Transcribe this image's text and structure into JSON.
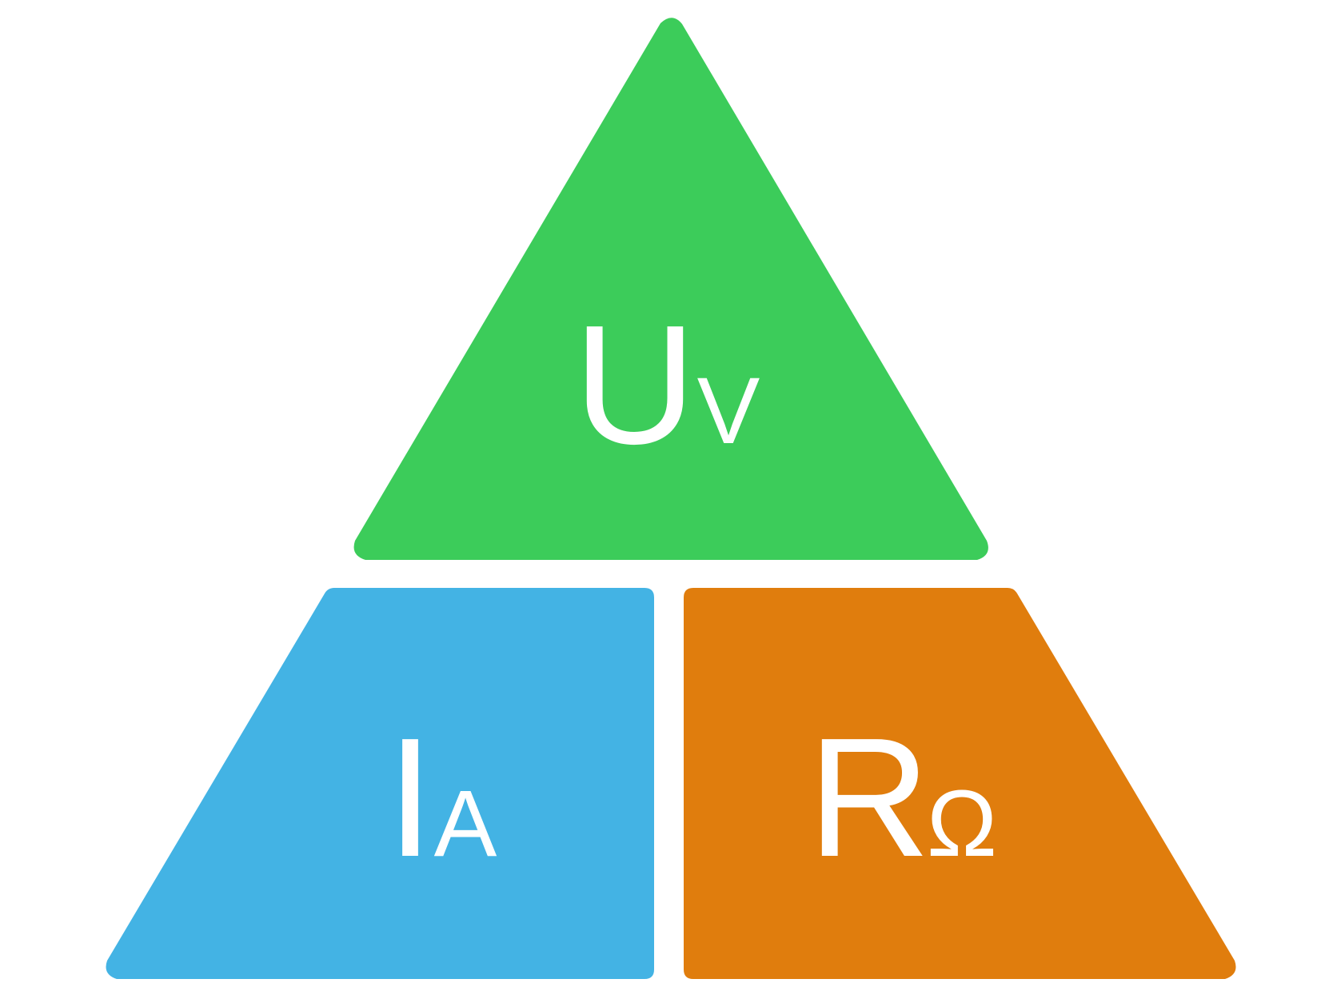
{
  "colors": {
    "background": "#ffffff",
    "voltage": "#3ccc5a",
    "current": "#43b3e4",
    "resistance": "#e07d0d",
    "text": "#ffffff"
  },
  "diagram": {
    "top": {
      "symbol": "U",
      "unit": "V"
    },
    "bottom_left": {
      "symbol": "I",
      "unit": "A"
    },
    "bottom_right": {
      "symbol": "R",
      "unit": "Ω"
    }
  }
}
